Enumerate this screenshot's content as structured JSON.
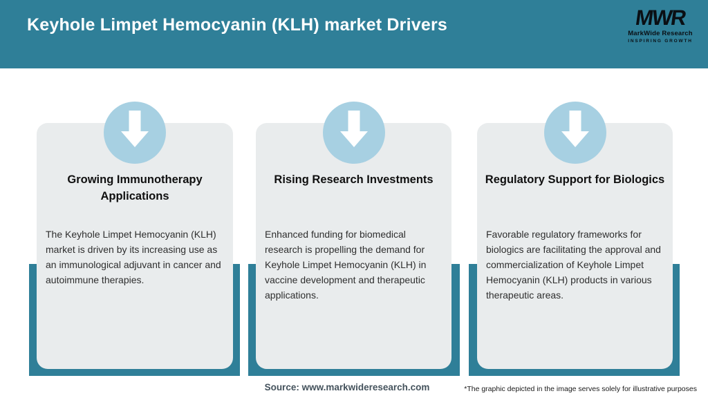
{
  "header": {
    "title": "Keyhole Limpet Hemocyanin (KLH) market Drivers"
  },
  "logo": {
    "mark": "MWR",
    "name": "MarkWide Research",
    "tagline": "INSPIRING GROWTH"
  },
  "cards": [
    {
      "title": "Growing Immunotherapy Applications",
      "body": "The Keyhole Limpet Hemocyanin (KLH) market is driven by its increasing use as an immunological adjuvant in cancer and autoimmune therapies."
    },
    {
      "title": "Rising Research Investments",
      "body": "Enhanced funding for biomedical research is propelling the demand for Keyhole Limpet Hemocyanin (KLH) in vaccine development and therapeutic applications."
    },
    {
      "title": "Regulatory Support for Biologics",
      "body": "Favorable regulatory frameworks for biologics are facilitating the approval and commercialization of Keyhole Limpet Hemocyanin (KLH) products in various therapeutic areas."
    }
  ],
  "footer": {
    "source": "Source: www.markwideresearch.com",
    "disclaimer": "*The graphic depicted in the image serves solely for illustrative purposes"
  },
  "colors": {
    "header_teal": "#2f7f98",
    "ribbon_teal": "#2f7f98",
    "card_gray": "#e9eced",
    "circle_blue": "#a7d0e2",
    "arrow_white": "#ffffff",
    "title_white": "#ffffff",
    "heading_black": "#101010",
    "body_gray": "#2e2e2e",
    "source_slate": "#44525c"
  }
}
